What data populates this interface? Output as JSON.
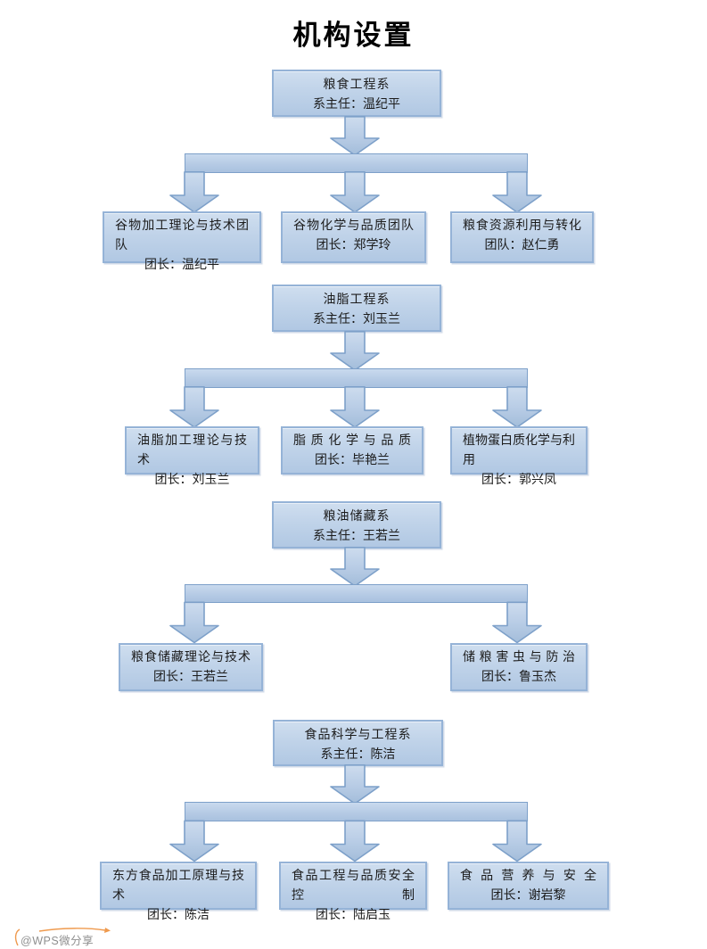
{
  "title": "机构设置",
  "watermark": {
    "text": "@WPS微分享"
  },
  "colors": {
    "box_fill_top": "#cfdeef",
    "box_fill_bottom": "#b1c8e3",
    "box_border": "#95b3d7",
    "connector_border": "#7da0c9",
    "title_color": "#000000",
    "watermark_orange": "#ef9a4e",
    "watermark_gray": "#8f8f8f"
  },
  "sections": [
    {
      "parent": {
        "line1": "粮食工程系",
        "line2": "系主任：温纪平"
      },
      "children": [
        {
          "line1": "谷物加工理论与技术团队",
          "line2": "团长：温纪平"
        },
        {
          "line1": "谷物化学与品质团队",
          "line2": "团长：郑学玲"
        },
        {
          "line1": "粮食资源利用与转化",
          "line2": "团队：赵仁勇"
        }
      ]
    },
    {
      "parent": {
        "line1": "油脂工程系",
        "line2": "系主任：刘玉兰"
      },
      "children": [
        {
          "line1": "油脂加工理论与技术",
          "line2": "团长：刘玉兰"
        },
        {
          "line1": "脂质化学与品质",
          "line2": "团长：毕艳兰"
        },
        {
          "line1": "植物蛋白质化学与利用",
          "line2": "团长：郭兴凤"
        }
      ]
    },
    {
      "parent": {
        "line1": "粮油储藏系",
        "line2": "系主任：王若兰"
      },
      "children": [
        {
          "line1": "粮食储藏理论与技术",
          "line2": "团长：王若兰"
        },
        {
          "line1": "储粮害虫与防治",
          "line2": "团长：鲁玉杰"
        }
      ]
    },
    {
      "parent": {
        "line1": "食品科学与工程系",
        "line2": "系主任：陈洁"
      },
      "children": [
        {
          "line1": "东方食品加工原理与技术",
          "line2": "团长：陈洁"
        },
        {
          "line1": "食品工程与品质安全控制",
          "line2": "团长：陆启玉"
        },
        {
          "line1": "食品营养与安全",
          "line2": "团长：谢岩黎"
        }
      ]
    }
  ]
}
